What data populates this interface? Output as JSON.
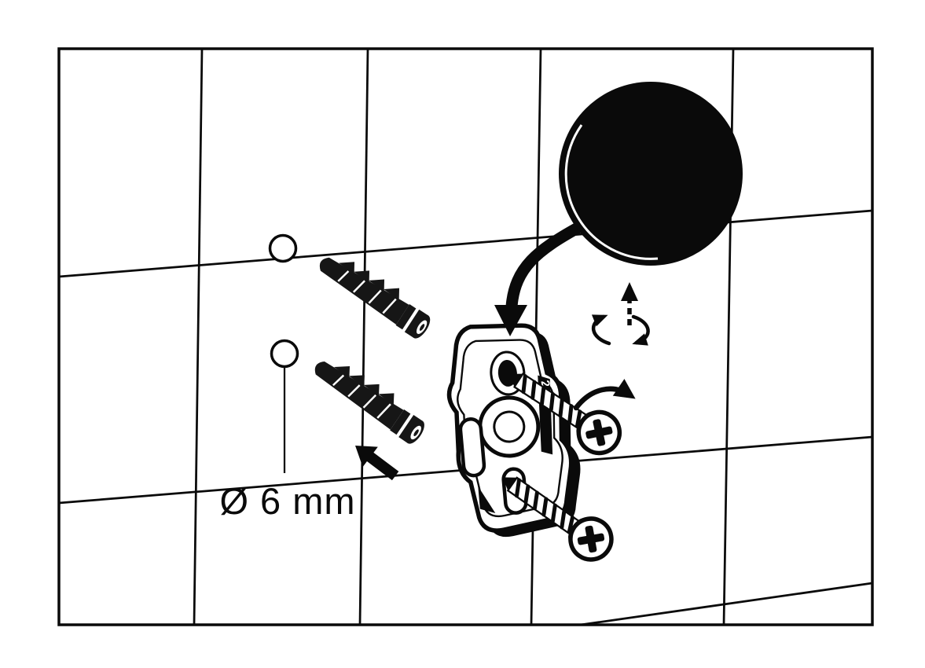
{
  "page": {
    "type": "installation-diagram",
    "background": "#ffffff",
    "ink": "#000000"
  },
  "diagram": {
    "labels": {
      "drill_diameter": "Ø 6 mm",
      "plate_marking": "2"
    },
    "parts": [
      "tiled-wall",
      "drill-hole",
      "wall-anchor",
      "mounting-plate",
      "phillips-screw",
      "round-cover-cap"
    ]
  }
}
